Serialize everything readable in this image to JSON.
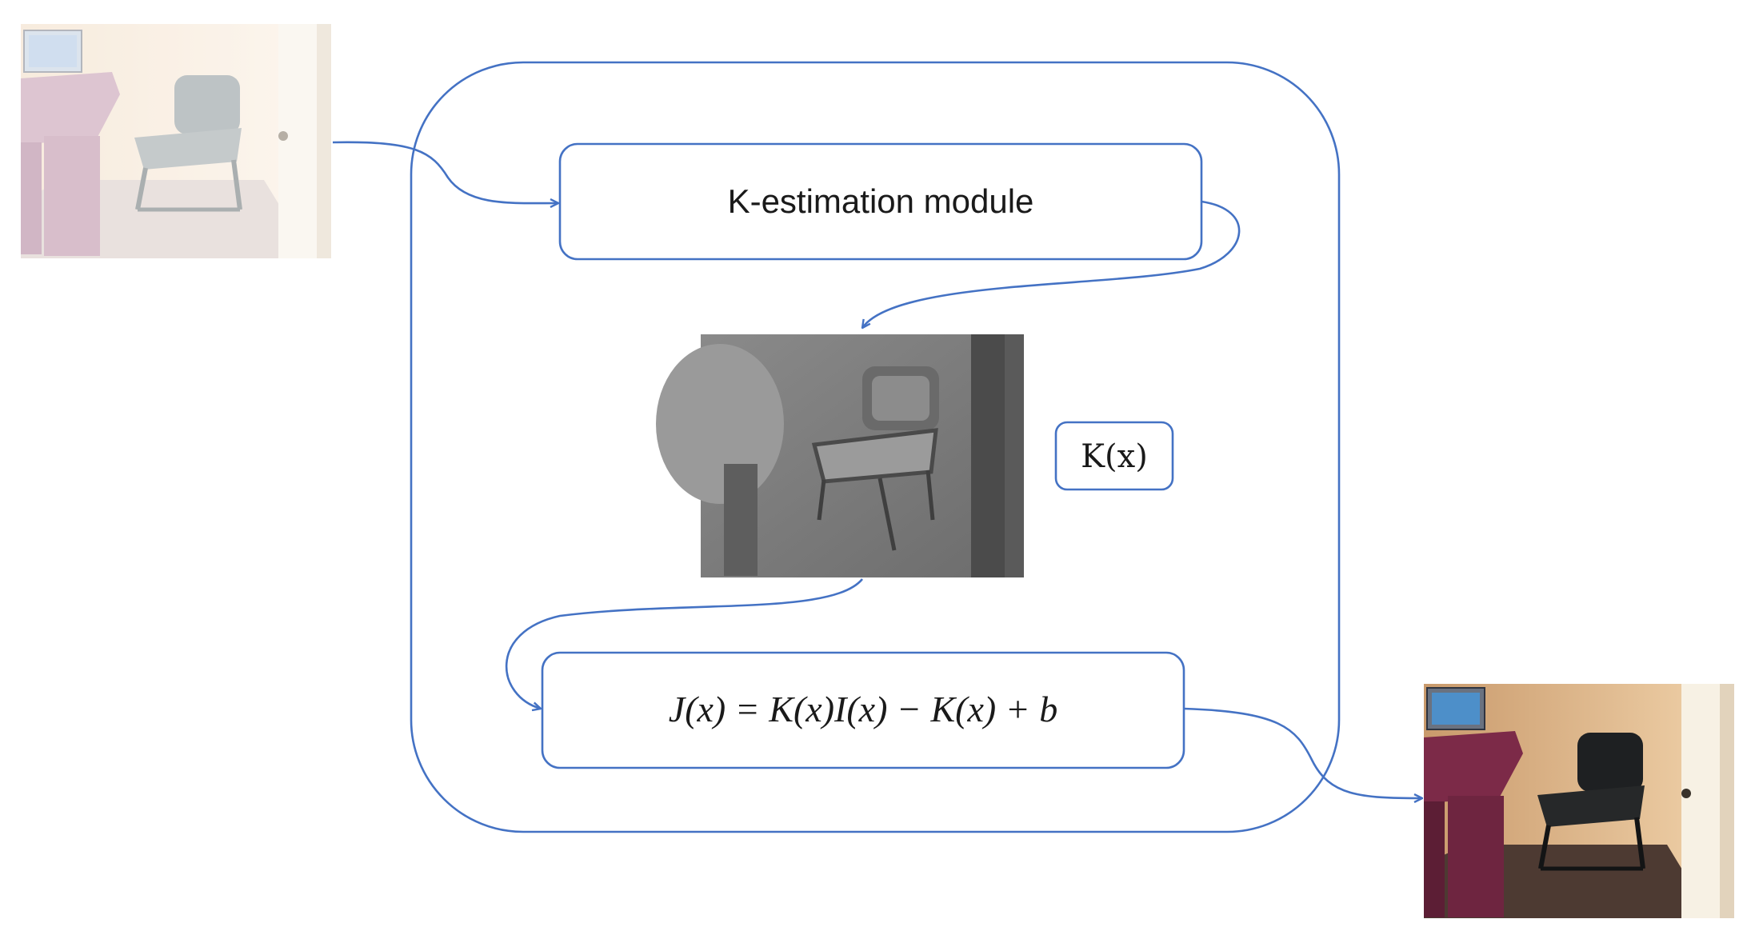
{
  "diagram": {
    "module_label": "K-estimation module",
    "k_label": "K(x)",
    "equation": "J(x) = K(x)I(x) − K(x) + b"
  },
  "colors": {
    "stroke": "#4472c4",
    "text": "#1a1a1a",
    "background": "#ffffff"
  },
  "images": {
    "input": "hazy-office-room-photo",
    "k_map": "grayscale-k-map",
    "output": "restored-office-room-photo"
  }
}
